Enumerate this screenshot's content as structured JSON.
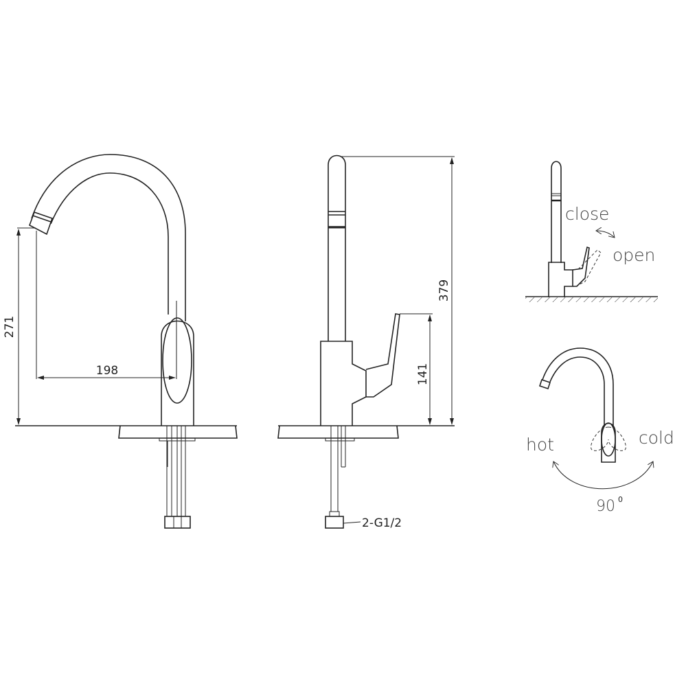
{
  "front_view": {
    "dim_height": "271",
    "dim_reach": "198"
  },
  "side_view": {
    "dim_total_height": "379",
    "dim_lever_height": "141",
    "connection_label": "2-G1/2"
  },
  "operation_lever": {
    "close_label": "close",
    "open_label": "open"
  },
  "operation_rotation": {
    "hot_label": "hot",
    "cold_label": "cold",
    "angle_label": "90",
    "angle_unit": "0"
  }
}
